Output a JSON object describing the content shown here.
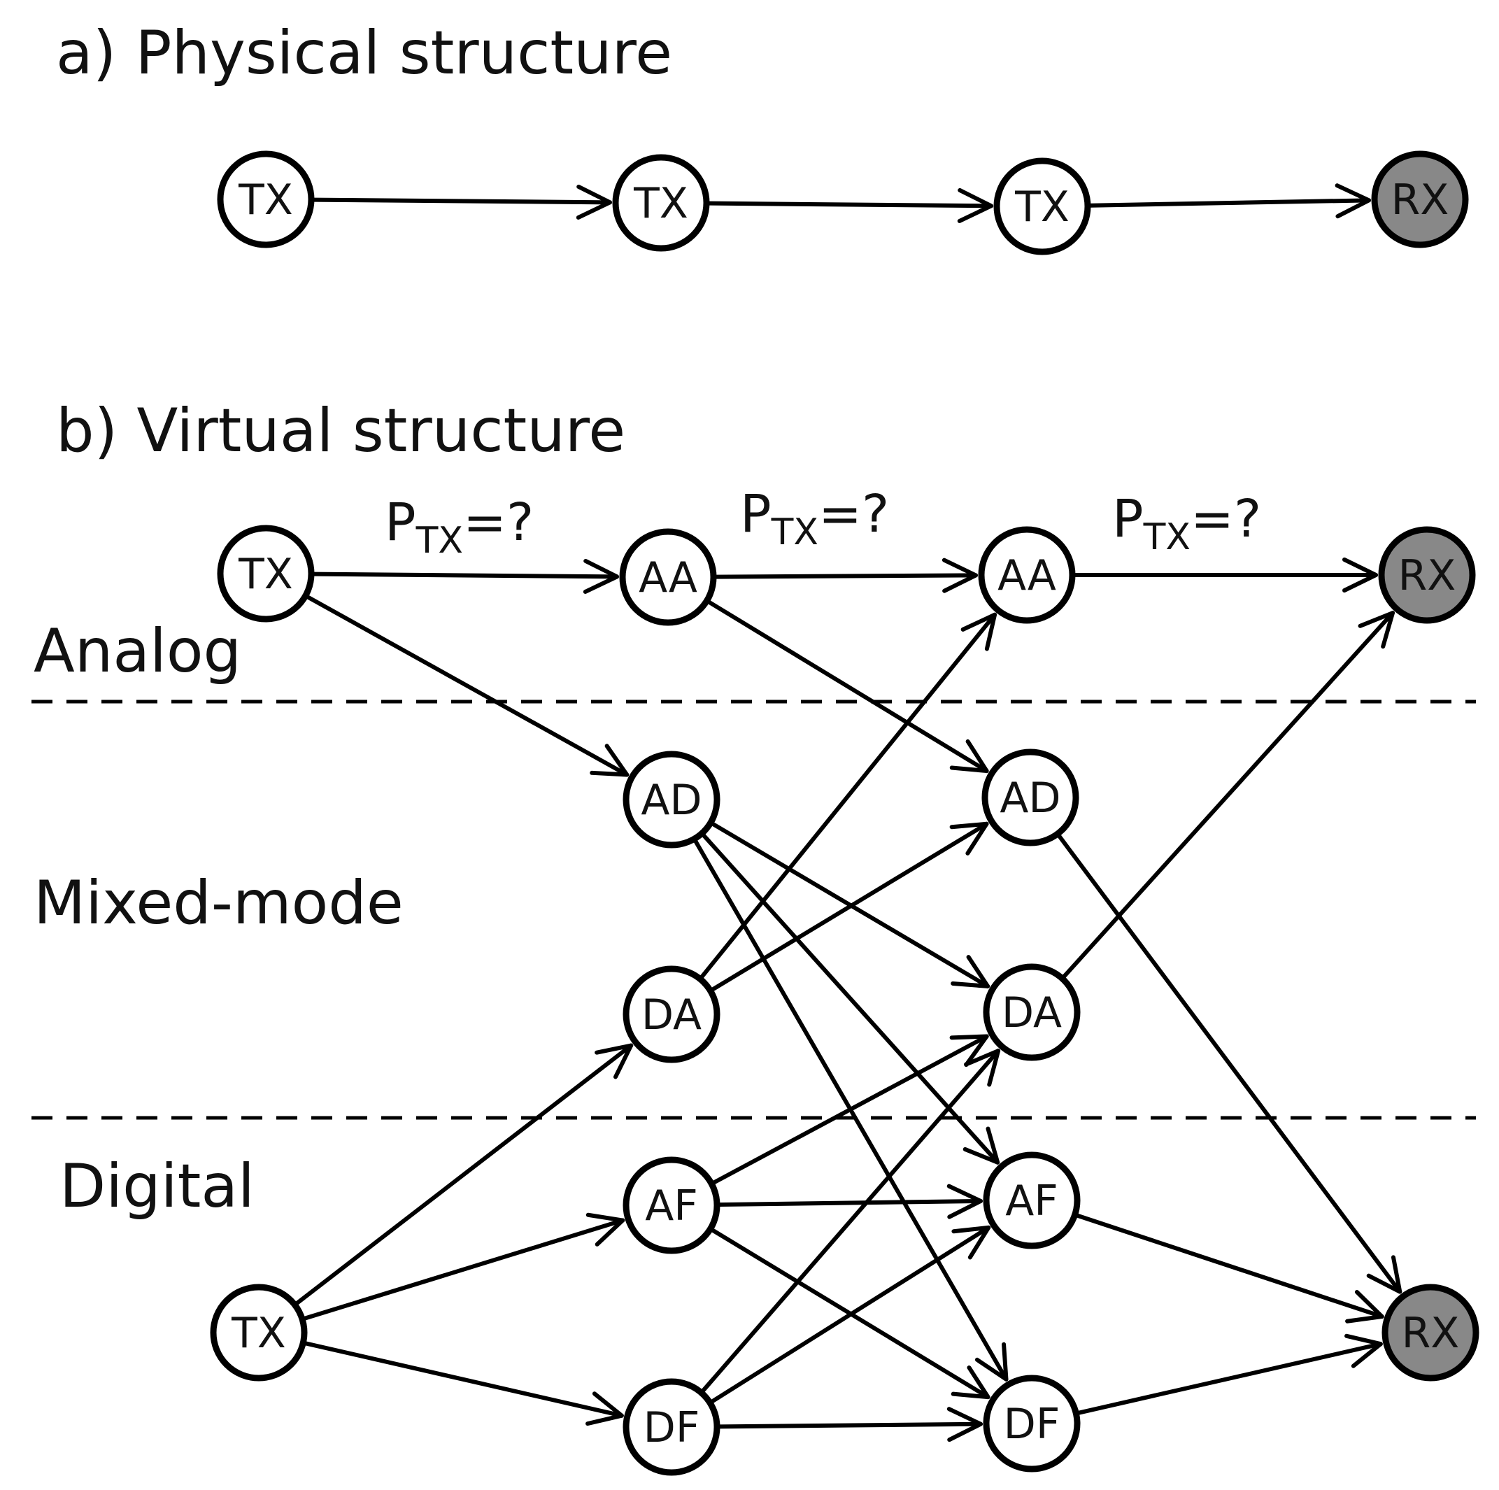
{
  "colors": {
    "node_fill": "#ffffff",
    "rx_fill": "#888888",
    "line": "#000000"
  },
  "physical": {
    "title": "a) Physical structure",
    "nodes": [
      {
        "id": "p_tx1",
        "label": "TX",
        "receiver": false
      },
      {
        "id": "p_tx2",
        "label": "TX",
        "receiver": false
      },
      {
        "id": "p_tx3",
        "label": "TX",
        "receiver": false
      },
      {
        "id": "p_rx",
        "label": "RX",
        "receiver": true
      }
    ],
    "edges": [
      [
        "p_tx1",
        "p_tx2"
      ],
      [
        "p_tx2",
        "p_tx3"
      ],
      [
        "p_tx3",
        "p_rx"
      ]
    ]
  },
  "virtual": {
    "title": "b) Virtual structure",
    "regions": [
      "Analog",
      "Mixed-mode",
      "Digital"
    ],
    "power_label": {
      "main": "P",
      "sub": "TX",
      "suffix": "=?"
    },
    "nodes": [
      {
        "id": "tx_a",
        "label": "TX",
        "receiver": false
      },
      {
        "id": "aa1",
        "label": "AA",
        "receiver": false
      },
      {
        "id": "aa2",
        "label": "AA",
        "receiver": false
      },
      {
        "id": "rx_a",
        "label": "RX",
        "receiver": true
      },
      {
        "id": "ad1",
        "label": "AD",
        "receiver": false
      },
      {
        "id": "ad2",
        "label": "AD",
        "receiver": false
      },
      {
        "id": "da1",
        "label": "DA",
        "receiver": false
      },
      {
        "id": "da2",
        "label": "DA",
        "receiver": false
      },
      {
        "id": "af1",
        "label": "AF",
        "receiver": false
      },
      {
        "id": "af2",
        "label": "AF",
        "receiver": false
      },
      {
        "id": "tx_d",
        "label": "TX",
        "receiver": false
      },
      {
        "id": "rx_d",
        "label": "RX",
        "receiver": true
      },
      {
        "id": "df1",
        "label": "DF",
        "receiver": false
      },
      {
        "id": "df2",
        "label": "DF",
        "receiver": false
      }
    ],
    "edges": [
      [
        "tx_a",
        "aa1"
      ],
      [
        "aa1",
        "aa2"
      ],
      [
        "aa2",
        "rx_a"
      ],
      [
        "tx_a",
        "ad1"
      ],
      [
        "aa1",
        "ad2"
      ],
      [
        "ad1",
        "da2"
      ],
      [
        "ad1",
        "af2"
      ],
      [
        "ad1",
        "df2"
      ],
      [
        "da1",
        "aa2"
      ],
      [
        "da1",
        "ad2"
      ],
      [
        "ad2",
        "rx_d"
      ],
      [
        "da2",
        "rx_a"
      ],
      [
        "tx_d",
        "da1"
      ],
      [
        "tx_d",
        "af1"
      ],
      [
        "tx_d",
        "df1"
      ],
      [
        "af1",
        "da2"
      ],
      [
        "af1",
        "af2"
      ],
      [
        "af1",
        "df2"
      ],
      [
        "df1",
        "da2"
      ],
      [
        "df1",
        "af2"
      ],
      [
        "df1",
        "df2"
      ],
      [
        "af2",
        "rx_d"
      ],
      [
        "df2",
        "rx_d"
      ]
    ]
  }
}
